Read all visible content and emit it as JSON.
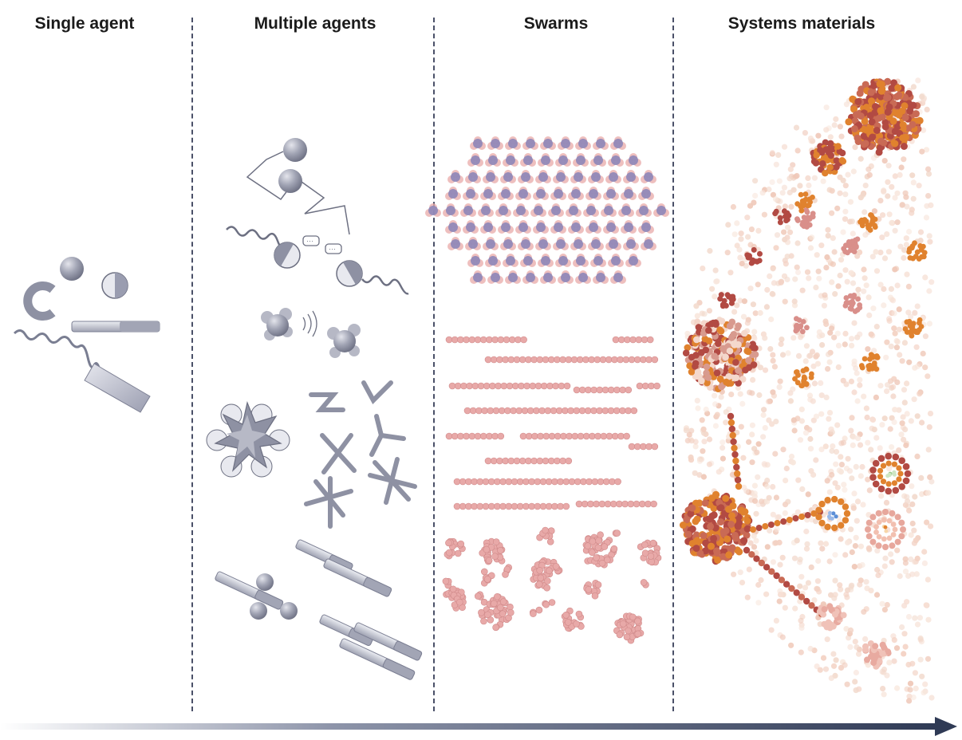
{
  "columns": [
    {
      "title": "Single agent"
    },
    {
      "title": "Multiple agents"
    },
    {
      "title": "Swarms"
    },
    {
      "title": "Systems materials"
    }
  ],
  "colors": {
    "agent_grey": "#9fa2b2",
    "agent_dark": "#6d7082",
    "agent_light": "#dfe0e8",
    "swarm_pink": "#e8a9a8",
    "swarm_purple": "#8d86b8",
    "brick": "#b24a43",
    "orange": "#e0822e",
    "pale_peach": "#f4d8cc",
    "arrow_dark": "#2f3a55"
  },
  "icons": [
    "c-ring-icon",
    "sphere-icon",
    "janus-sphere-icon",
    "rod-icon",
    "helix-tail-icon",
    "cone-icon",
    "star-cluster-icon",
    "cross-shape-icon",
    "arrow-icon"
  ]
}
